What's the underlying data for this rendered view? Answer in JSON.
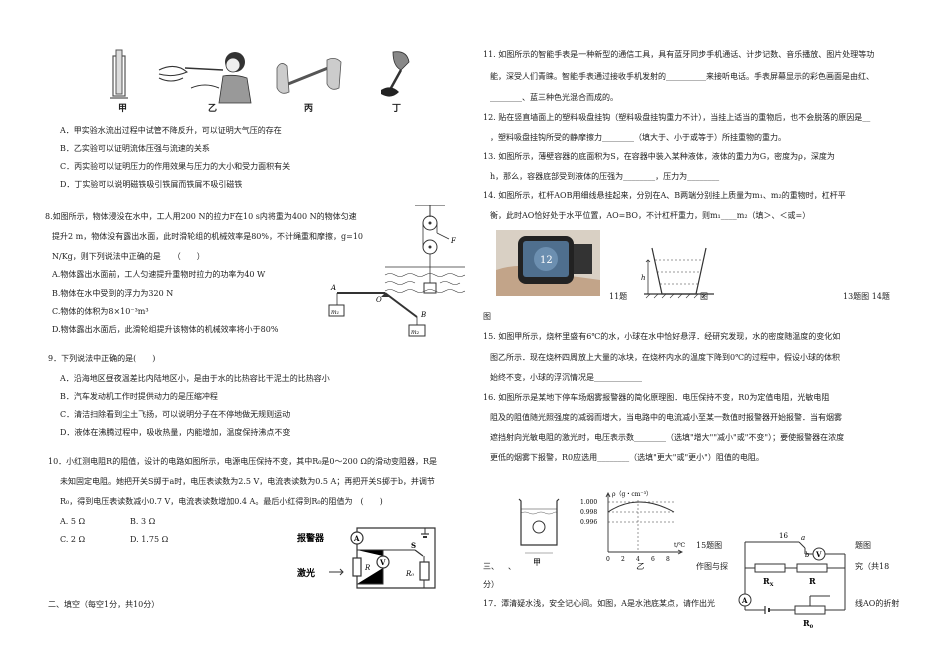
{
  "left": {
    "fig_labels": [
      "甲",
      "乙",
      "丙",
      "丁"
    ],
    "q7_options": [
      "A．甲实验水流出过程中试管不降反升，可以证明大气压的存在",
      "B．乙实验可以证明流体压强与流速的关系",
      "C．丙实验可以证明压力的作用效果与压力的大小和受力面积有关",
      "D．丁实验可以说明磁铁吸引铁屑而铁屑不吸引磁铁"
    ],
    "q8_lines": [
      "8.如图所示，物体浸没在水中，工人用200 N的拉力F在10 s内将重为400 N的物体匀速",
      "提升2 m，物体没有露出水面，此时滑轮组的机械效率是80%，不计绳重和摩擦，g=10",
      "N/Kg，则下列说法中正确的是　　（　　）"
    ],
    "q8_options": [
      "A.物体露出水面前，工人匀速提升重物时拉力的功率为40 W",
      "B.物体在水中受到的浮力为320 N",
      "C.物体的体积为8×10⁻³m³",
      "D.物体露出水面后，此滑轮组提升该物体的机械效率将小于80%"
    ],
    "q8_fig": {
      "A": "A",
      "O": "O",
      "B": "B",
      "F": "F",
      "m1": "m₁",
      "m2": "m₂"
    },
    "q9_title": "9．下列说法中正确的是(　　)",
    "q9_options": [
      "A．沿海地区昼夜温差比内陆地区小，是由于水的比热容比干泥土的比热容小",
      "B．汽车发动机工作时提供动力的是压缩冲程",
      "C．清洁扫除看到尘土飞扬，可以说明分子在不停地做无规则运动",
      "D．液体在沸腾过程中，吸收热量，内能增加，温度保持沸点不变"
    ],
    "q10_lines": [
      "10．小红测电阻R的阻值，设计的电路如图所示，电源电压保持不变，其中R₀是0～200 Ω的滑动变阻器，R是",
      "未知固定电阻。她把开关S掷于a时，电压表读数为2.5 V，电流表读数为0.5 A；再把开关S掷于b，并调节",
      "R₀，得到电压表读数减小0.7 V，电流表读数增加0.4 A。最后小红得到R₀的阻值为　(　　)"
    ],
    "q10_options": [
      "A. 5 Ω",
      "B. 3 Ω",
      "C. 2 Ω",
      "D. 1.75 Ω"
    ],
    "q10_fig": {
      "alarm": "报警器",
      "laser": "激光",
      "A": "A",
      "V": "V",
      "S": "S",
      "R": "R",
      "R0": "R₀"
    },
    "section2": "二、填空（每空1分，共10分）"
  },
  "right": {
    "q11_lines": [
      "11. 如图所示的智能手表是一种新型的通信工具，具有蓝牙同步手机通话、计步记数、音乐播放、图片处理等功",
      "能，深受人们青睐。智能手表通过接收手机发射的__________来接听电话。手表屏幕显示的彩色画面是由红、",
      "________、蓝三种色光混合而成的。"
    ],
    "q12_lines": [
      "12. 贴在竖直墙面上的塑料吸盘挂钩（塑料吸盘挂钩重力不计），当挂上适当的重物后，也不会脱落的原因是__",
      "，塑料吸盘挂钩所受的静摩擦力________（填大于、小于或等于）所挂重物的重力。"
    ],
    "q13_lines": [
      "13. 如图所示，薄壁容器的底面积为S，在容器中装入某种液体，液体的重力为G，密度为ρ，深度为",
      "h，那么，容器底部受到液体的压强为________，压力为________"
    ],
    "q14_lines": [
      "14. 如图所示，杠杆AOB用细线悬挂起来，分别在A、B两端分别挂上质量为m₁、m₂的重物时，杠杆平",
      "衡，此时AO恰好处于水平位置，AO=BO，不计杠杆重力，则m₁____m₂（填＞、＜或=）"
    ],
    "fig_row": {
      "watch_time": "12",
      "h_label": "h",
      "cap_11": "11题",
      "cap_mid": "图",
      "cap_13_14": "13题图  14题",
      "cap_img": "图"
    },
    "q15_lines": [
      "15. 如图甲所示，烧杯里盛有6℃的水，小球在水中恰好悬浮．经研究发现，水的密度随温度的变化如",
      "图乙所示．现在烧杯四周放上大量的冰块，在烧杯内水的温度下降到0℃的过程中，假设小球的体积",
      "始终不变，小球的浮沉情况是____________"
    ],
    "q16_lines": [
      "16. 如图所示是某地下停车场烟雾报警器的简化原理图．电压保持不变，R0为定值电阻，光敏电阻",
      "阻及的阻值随光照强度的减弱而增大，当电路中的电流减小至某一数值时报警器开始报警．当有烟雾",
      "遮挡射向光敏电阻的激光时，电压表示数________（选填\"增大\"\"减小\"或\"不变\"）；要使报警器在浓度",
      "更低的烟雾下报警，R0应选用________（选填\"更大\"或\"更小\"）阻值的电阻。"
    ],
    "density_chart": {
      "ylabel": "ρ（g・cm⁻³）",
      "yticks": [
        "1.000",
        "0.998",
        "0.996"
      ],
      "xticks": [
        "0",
        "2",
        "4",
        "6",
        "8"
      ],
      "xunit": "t/℃",
      "beaker_label": "甲",
      "chart_label": "乙"
    },
    "q16_fig": {
      "L1": "16",
      "a": "a",
      "b": "b",
      "Rx": "R",
      "Rx_sub": "X",
      "R": "R",
      "R0": "R",
      "R0_sub": "0",
      "A": "A",
      "V": "V"
    },
    "fig15_caption": "15题图",
    "fig16_caption": "题图",
    "section3_a": "三、",
    "section3_b": "、",
    "section3_c": "作图与探",
    "section3_d": "究（共18",
    "section3_e": "分）",
    "q17": "17．潭清疑水浅，安全记心间。如图，A是水池底某点，请作出光",
    "q17_tail": "线AO的折射"
  }
}
